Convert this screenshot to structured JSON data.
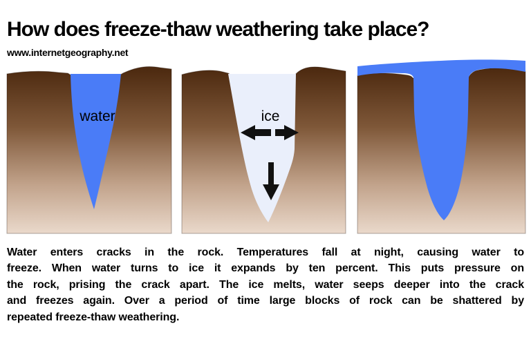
{
  "header": {
    "title": "How does freeze-thaw weathering take place?",
    "website": "www.internetgeography.net"
  },
  "colors": {
    "background": "#ffffff",
    "text": "#000000",
    "water": "#4a7cf7",
    "ice": "#eaeffb",
    "arrow": "#111111",
    "rock_top": "#4d2a10",
    "rock_mid": "#7e5738",
    "rock_lower": "#c1a28a",
    "rock_bottom": "#ead9cb"
  },
  "panels": [
    {
      "name": "water-in-crack",
      "label": "water"
    },
    {
      "name": "ice-expanding",
      "label": "ice",
      "arrows": [
        "left",
        "right",
        "down"
      ]
    },
    {
      "name": "water-seeps-deeper",
      "label": ""
    }
  ],
  "caption": {
    "lines": [
      "Water enters cracks in the rock. Temperatures fall at night, causing water to",
      "freeze. When water turns to ice it expands by ten percent. This puts pressure on",
      "the rock, prising the crack apart. The ice melts, water seeps deeper into the crack",
      "and freezes again. Over a period of time large blocks of rock can be shattered by",
      "repeated freeze-thaw weathering."
    ]
  }
}
